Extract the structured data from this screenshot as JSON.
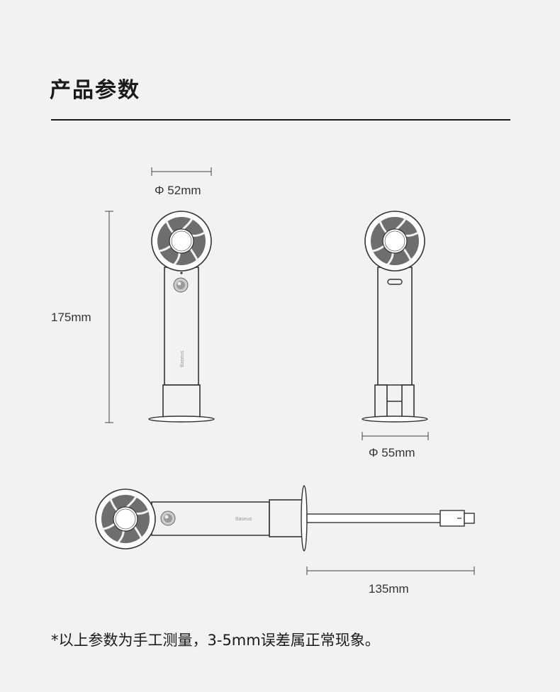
{
  "header": {
    "title": "产品参数"
  },
  "dimensions": {
    "top_diameter": "Φ 52mm",
    "height": "175mm",
    "base_diameter": "Φ 55mm",
    "length": "135mm"
  },
  "product": {
    "brand": "Baseus"
  },
  "footer": {
    "note": "*以上参数为手工测量，3-5mm误差属正常现象。"
  },
  "colors": {
    "background": "#f2f2f2",
    "line": "#1a1a1a",
    "blade": "#6e6e6e"
  },
  "icons": [
    "fan-blade-icon",
    "power-button-icon",
    "usb-c-port-icon"
  ]
}
